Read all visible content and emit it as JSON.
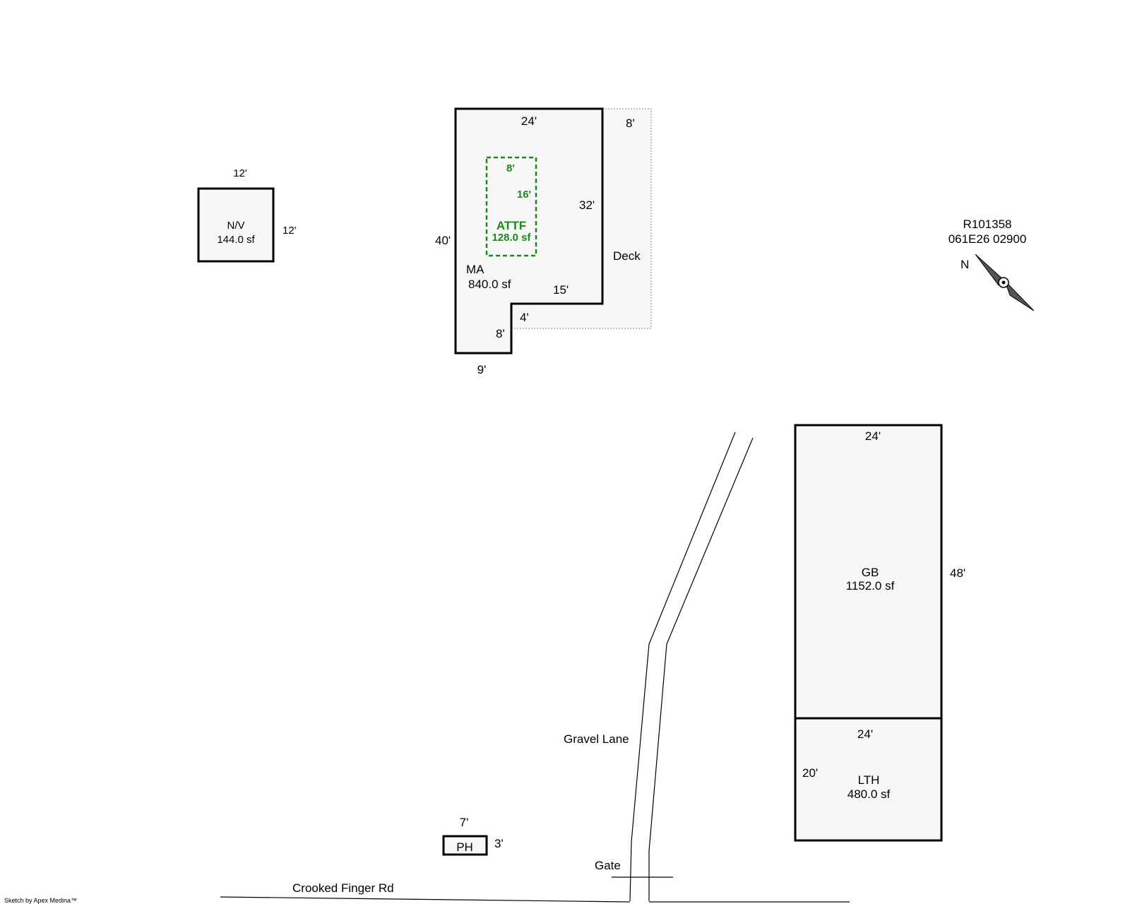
{
  "parcel": {
    "account": "R101358",
    "map_tax_lot": "061E26  02900",
    "north_label": "N"
  },
  "structures": {
    "nv": {
      "code": "N/V",
      "area": "144.0 sf",
      "dim_top": "12'",
      "dim_right": "12'"
    },
    "ma": {
      "code": "MA",
      "area": "840.0 sf",
      "dim_top": "24'",
      "dim_left": "40'",
      "dim_right": "32'",
      "dim_notch_top": "15'",
      "dim_notch_side": "4'",
      "dim_lower_side": "8'",
      "dim_bottom": "9'"
    },
    "attf": {
      "code": "ATTF",
      "area": "128.0 sf",
      "dim_top": "8'",
      "dim_side": "16'"
    },
    "deck": {
      "code": "Deck",
      "dim_top": "8'"
    },
    "gb": {
      "code": "GB",
      "area": "1152.0 sf",
      "dim_top": "24'",
      "dim_right": "48'"
    },
    "lth": {
      "code": "LTH",
      "area": "480.0 sf",
      "dim_top": "24'",
      "dim_left": "20'"
    },
    "ph": {
      "code": "PH",
      "dim_top": "7'",
      "dim_right": "3'"
    }
  },
  "roads": {
    "lane": "Gravel Lane",
    "gate": "Gate",
    "main_road": "Crooked Finger Rd"
  },
  "footer": {
    "credit": "Sketch by Apex Medina™"
  }
}
